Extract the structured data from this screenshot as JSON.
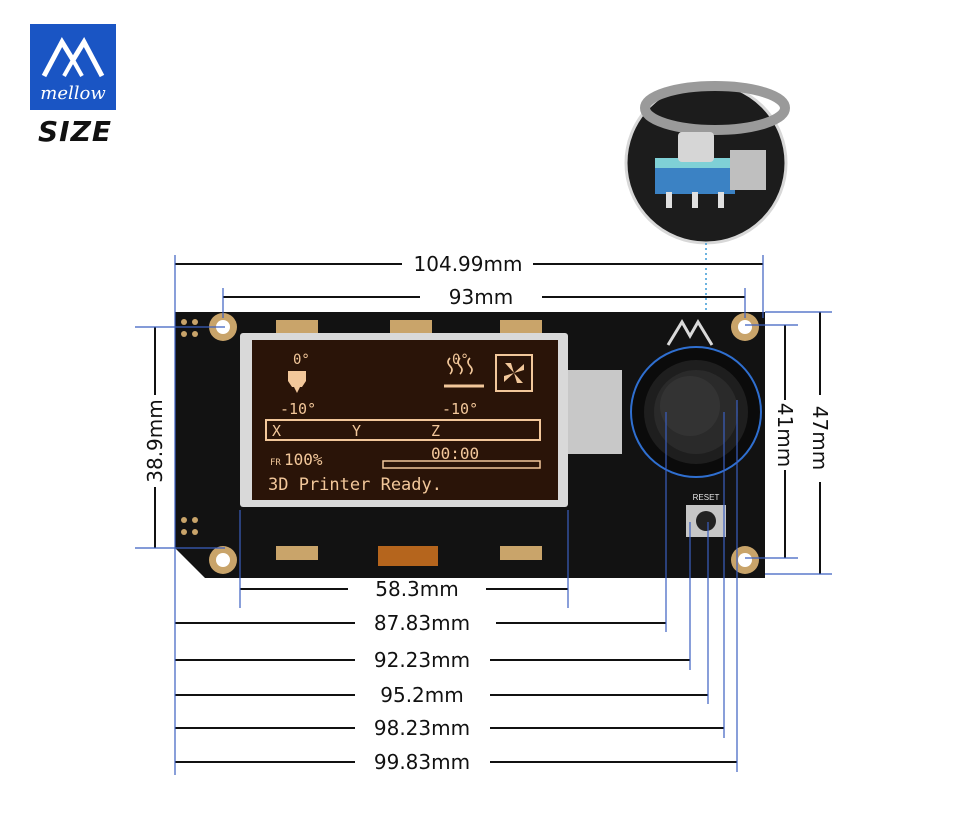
{
  "brand": {
    "name": "mellow"
  },
  "title": "SIZE",
  "dimensions": {
    "top_width": "104.99mm",
    "hole_spacing_x": "93mm",
    "left_height": "38.9mm",
    "right_inner_height": "41mm",
    "right_outer_height": "47mm",
    "lcd_width": "58.3mm",
    "encoder_center": "87.83mm",
    "dim_92": "92.23mm",
    "dim_95": "95.2mm",
    "dim_98": "98.23mm",
    "dim_99": "99.83mm"
  },
  "lcd": {
    "nozzle_target": "0°",
    "bed_target": "0°",
    "nozzle_temp": "-10°",
    "bed_temp": "-10°",
    "axis_x": "X",
    "axis_y": "Y",
    "axis_z": "Z",
    "fr_prefix": "FR",
    "fr_value": "100%",
    "elapsed": "00:00",
    "status": "3D Printer Ready."
  },
  "button_label": "RESET",
  "colors": {
    "board": "#121212",
    "lcd_bg": "#2a1408",
    "lcd_text": "#f2c79a",
    "brand_blue": "#1a55c4",
    "dimension_line": "#3b5fc0"
  }
}
